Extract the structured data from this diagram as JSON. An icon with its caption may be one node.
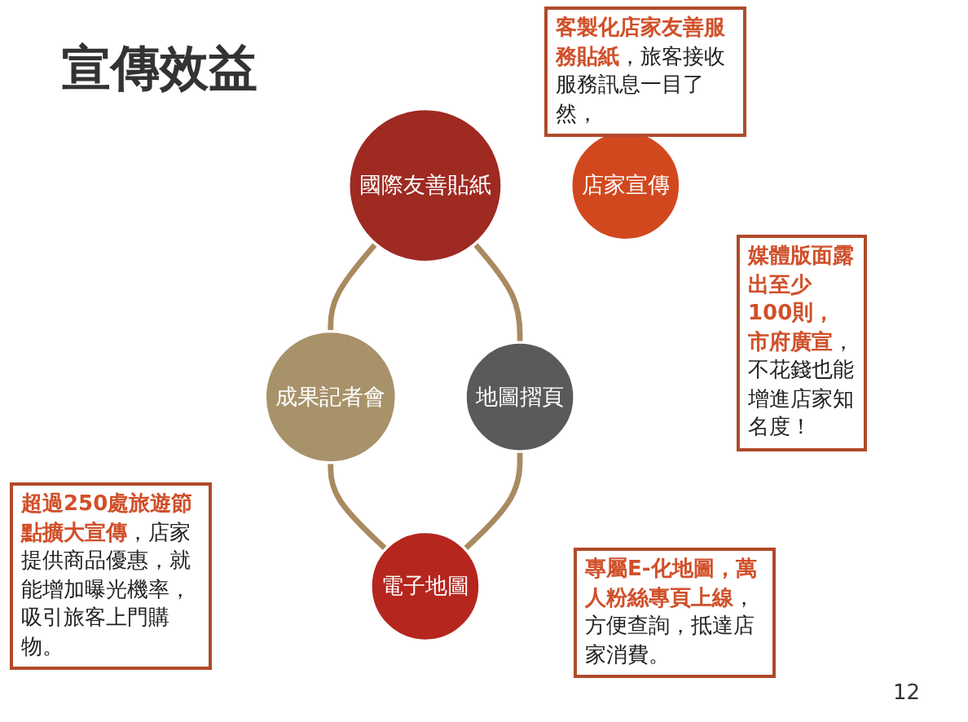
{
  "diagram": {
    "title": "宣傳效益",
    "nodes": [
      {
        "text": [
          "國際友善貼紙"
        ]
      },
      {
        "text": [
          "成果記者會"
        ]
      },
      {
        "text": [
          "電子地圖"
        ]
      },
      {
        "text": [
          "地圖摺頁"
        ]
      },
      {
        "text": [
          "店家宣傳"
        ]
      }
    ],
    "edges": [
      {
        "from": 0,
        "to": 1,
        "arrow": "none"
      },
      {
        "from": 0,
        "to": 3,
        "arrow": "none"
      },
      {
        "from": 1,
        "to": 2,
        "arrow": "none"
      },
      {
        "from": 3,
        "to": 2,
        "arrow": "none"
      }
    ],
    "labels": [
      "**客製化店家友善服務貼紙**，旅客接收服務訊息一目了然，",
      "**媒體版面露出至少100則，市府廣宣**，不花錢也能增進店家知名度！",
      "**超過250處旅遊節點擴大宣傳**，店家提供商品優惠，就能增加曝光機率，吸引旅客上門購物。",
      "**專屬E-化地圖，萬人粉絲專頁上線**，方便查詢，抵達店家消費。",
      "12"
    ]
  }
}
